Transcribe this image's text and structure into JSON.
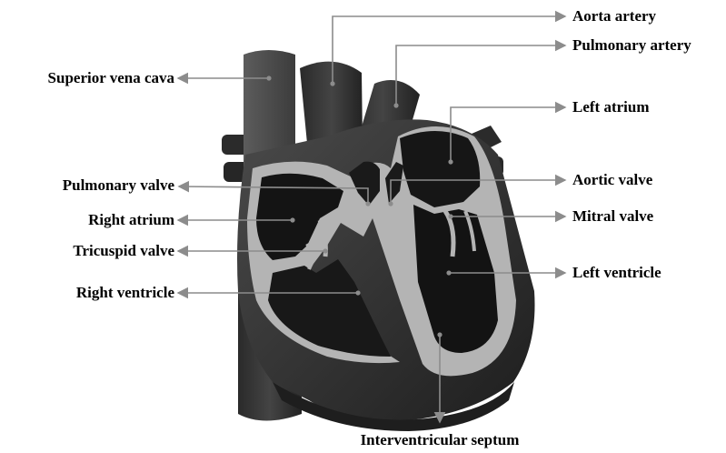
{
  "diagram": {
    "colors": {
      "background": "#ffffff",
      "heart_dark": "#262626",
      "heart_mid": "#3a3a3a",
      "heart_light": "#595959",
      "septum_walls": "#b4b4b4",
      "chamber_fill": "#141414",
      "leader_lines": "#8c8c8c",
      "label_text": "#000000"
    },
    "labels": {
      "aorta_artery": "Aorta artery",
      "pulmonary_artery": "Pulmonary artery",
      "superior_vena_cava": "Superior vena cava",
      "left_atrium": "Left atrium",
      "pulmonary_valve": "Pulmonary valve",
      "aortic_valve": "Aortic valve",
      "right_atrium": "Right atrium",
      "mitral_valve": "Mitral valve",
      "tricuspid_valve": "Tricuspid valve",
      "left_ventricle": "Left ventricle",
      "right_ventricle": "Right ventricle",
      "interventricular_septum": "Interventricular septum"
    }
  }
}
